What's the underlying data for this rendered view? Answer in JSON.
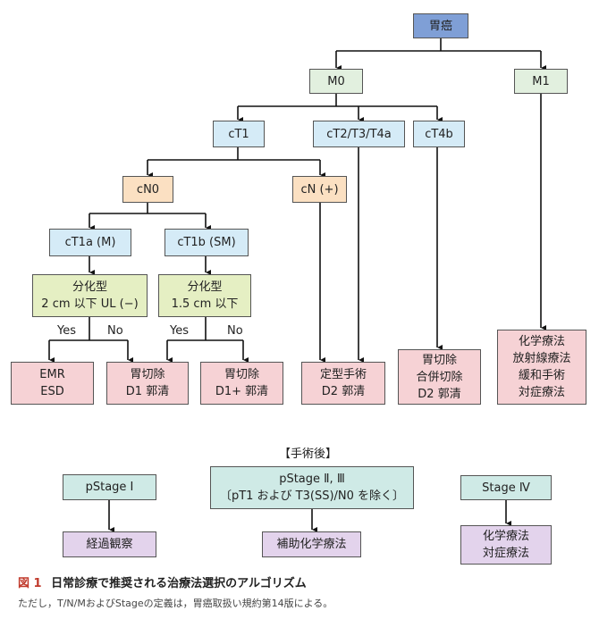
{
  "flowchart": {
    "root": "胃癌",
    "m0": "M0",
    "m1": "M1",
    "ct1": "cT1",
    "ct2": "cT2/T3/T4a",
    "ct4b": "cT4b",
    "cn0": "cN0",
    "cnplus": "cN (+)",
    "ct1a": "cT1a (M)",
    "ct1b": "cT1b (SM)",
    "diff1": [
      "分化型",
      "2 cm 以下 UL (−)"
    ],
    "diff2": [
      "分化型",
      "1.5 cm 以下"
    ],
    "yes1": "Yes",
    "no1": "No",
    "yes2": "Yes",
    "no2": "No",
    "emr": [
      "EMR",
      "ESD"
    ],
    "d1": [
      "胃切除",
      "D1 郭清"
    ],
    "d1plus": [
      "胃切除",
      "D1+ 郭清"
    ],
    "standard": [
      "定型手術",
      "D2 郭清"
    ],
    "combined": [
      "胃切除",
      "合併切除",
      "D2 郭清"
    ],
    "chemo": [
      "化学療法",
      "放射線療法",
      "緩和手術",
      "対症療法"
    ]
  },
  "postop": {
    "header": "【手術後】",
    "stage1": "pStage Ⅰ",
    "stage23": [
      "pStage Ⅱ, Ⅲ",
      "〔pT1 および T3(SS)/N0 を除く〕"
    ],
    "stage4": "Stage Ⅳ",
    "observe": "経過観察",
    "adjuvant": "補助化学療法",
    "chemo4": [
      "化学療法",
      "対症療法"
    ]
  },
  "caption": {
    "figure": "図 1",
    "title": "日常診療で推奨される治療法選択のアルゴリズム",
    "note": "ただし，T/N/MおよびStageの定義は，胃癌取扱い規約第14版による。"
  }
}
